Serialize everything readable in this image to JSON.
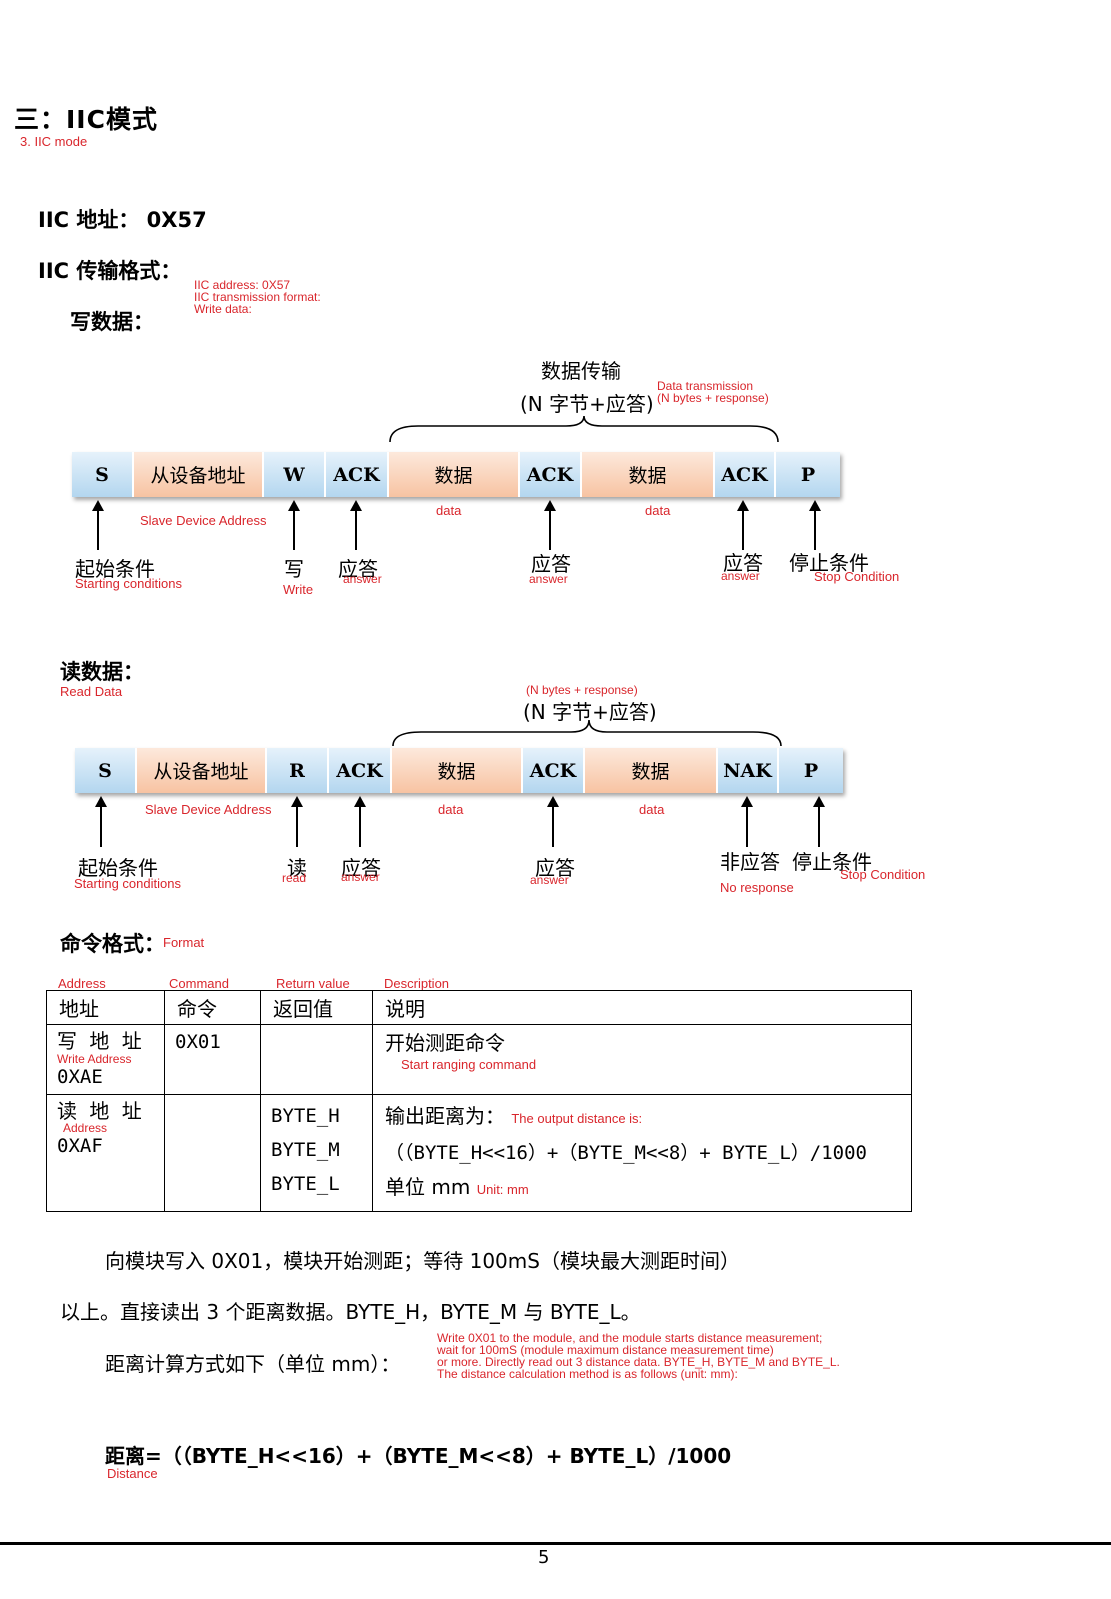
{
  "heading": {
    "title": "三：IIC模式",
    "title_en": "3. IIC mode"
  },
  "info": {
    "address": "IIC 地址：  0X57",
    "format": "IIC 传输格式：",
    "write_data": "写数据：",
    "en_note": [
      "IIC address: 0X57",
      "IIC transmission format:",
      "Write data:"
    ]
  },
  "write_frame": {
    "transfer_label": "数据传输",
    "transfer_sub": "(N 字节+应答)",
    "transfer_en": [
      "Data transmission",
      "(N bytes + response)"
    ],
    "cells": [
      "S",
      "从设备地址",
      "W",
      "ACK",
      "数据",
      "ACK",
      "数据",
      "ACK",
      "P"
    ],
    "slave_en": "Slave Device Address",
    "data_en": [
      "data",
      "data"
    ],
    "labels": {
      "start": "起始条件",
      "start_en": "Starting conditions",
      "write": "写",
      "write_en": "Write",
      "ack1": "应答",
      "ack1_en": "answer",
      "ack2": "应答",
      "ack2_en": "answer",
      "ack3": "应答",
      "ack3_en": "answer",
      "stop": "停止条件",
      "stop_en": "Stop Condition"
    }
  },
  "read_section": {
    "title": "读数据：",
    "title_en": "Read Data"
  },
  "read_frame": {
    "transfer_en": "(N bytes + response)",
    "transfer_sub": "(N 字节+应答)",
    "cells": [
      "S",
      "从设备地址",
      "R",
      "ACK",
      "数据",
      "ACK",
      "数据",
      "NAK",
      "P"
    ],
    "slave_en": "Slave Device Address",
    "data_en": [
      "data",
      "data"
    ],
    "labels": {
      "start": "起始条件",
      "start_en": "Starting conditions",
      "read": "读",
      "read_en": "read",
      "ack1": "应答",
      "ack1_en": "answer",
      "ack2": "应答",
      "ack2_en": "answer",
      "nak": "非应答",
      "nak_en": "No response",
      "stop": "停止条件",
      "stop_en": "Stop Condition"
    }
  },
  "command": {
    "title": "命令格式：",
    "title_en": "Format",
    "headers_en": [
      "Address",
      "Command",
      "Return value",
      "Description"
    ],
    "headers": [
      "地址",
      "命令",
      "返回值",
      "说明"
    ],
    "row1": {
      "addr": "写 地 址",
      "addr_en": "Write Address",
      "addr_val": "0XAE",
      "cmd": "0X01",
      "desc": "开始测距命令",
      "desc_en": "Start ranging command"
    },
    "row2": {
      "addr": "读 地 址",
      "addr_en": "Address",
      "addr_val": "0XAF",
      "ret": [
        "BYTE_H",
        "BYTE_M",
        "BYTE_L"
      ],
      "desc1": "输出距离为：",
      "desc1_en": "The output distance is:",
      "desc2": "（（BYTE_H<<16）+（BYTE_M<<8）+ BYTE_L）/1000",
      "desc3": "单位 mm",
      "desc3_en": "Unit: mm"
    }
  },
  "body": {
    "p1": "向模块写入 0X01，模块开始测距；等待 100mS（模块最大测距时间）",
    "p2": "以上。直接读出 3 个距离数据。BYTE_H，BYTE_M 与 BYTE_L。",
    "p3": "距离计算方式如下（单位 mm）：",
    "en": [
      "Write 0X01 to the module, and the module starts distance measurement;",
      "wait for 100mS (module maximum distance measurement time)",
      "or more. Directly read out 3 distance data. BYTE_H, BYTE_M and BYTE_L.",
      "The distance calculation method is as follows (unit: mm):"
    ],
    "formula": "距离=（（BYTE_H<<16）+（BYTE_M<<8）+ BYTE_L）/1000",
    "formula_en": "Distance"
  },
  "page_number": "5"
}
